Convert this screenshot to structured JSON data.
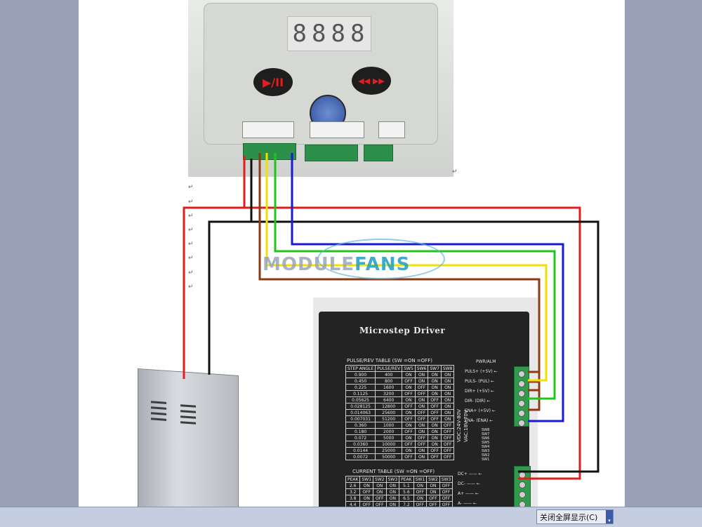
{
  "controller": {
    "display_digits": [
      "8",
      "8",
      "8",
      "8"
    ],
    "play_pause_symbol": "▶/II",
    "direction_symbol": "◀◀ ▶▶"
  },
  "watermark": {
    "part1": "MODULE",
    "part2": "FANS"
  },
  "driver": {
    "title": "Microstep Driver",
    "pulse_table_title": "PULSE/REV TABLE (SW  =ON  =OFF)",
    "pulse_headers": [
      "STEP ANGLE",
      "PULSE/REV",
      "SW5",
      "SW6",
      "SW7",
      "SW8"
    ],
    "pulse_rows": [
      [
        "0.900",
        "400",
        "ON",
        "ON",
        "ON",
        "ON"
      ],
      [
        "0.450",
        "800",
        "OFF",
        "ON",
        "ON",
        "ON"
      ],
      [
        "0.225",
        "1600",
        "ON",
        "OFF",
        "ON",
        "ON"
      ],
      [
        "0.1125",
        "3200",
        "OFF",
        "OFF",
        "ON",
        "ON"
      ],
      [
        "0.05625",
        "6400",
        "ON",
        "ON",
        "OFF",
        "ON"
      ],
      [
        "0.028125",
        "12800",
        "OFF",
        "ON",
        "OFF",
        "ON"
      ],
      [
        "0.014063",
        "25600",
        "ON",
        "OFF",
        "OFF",
        "ON"
      ],
      [
        "0.007031",
        "51200",
        "OFF",
        "OFF",
        "OFF",
        "ON"
      ],
      [
        "0.360",
        "1000",
        "ON",
        "ON",
        "ON",
        "OFF"
      ],
      [
        "0.180",
        "2000",
        "OFF",
        "ON",
        "ON",
        "OFF"
      ],
      [
        "0.072",
        "5000",
        "ON",
        "OFF",
        "ON",
        "OFF"
      ],
      [
        "0.0360",
        "10000",
        "OFF",
        "OFF",
        "ON",
        "OFF"
      ],
      [
        "0.0144",
        "25000",
        "ON",
        "ON",
        "OFF",
        "OFF"
      ],
      [
        "0.0072",
        "50000",
        "OFF",
        "ON",
        "OFF",
        "OFF"
      ]
    ],
    "current_table_title": "CURRENT TABLE (SW  =ON  =OFF)",
    "current_headers": [
      "PEAK",
      "SW1",
      "SW2",
      "SW3",
      "PEAK",
      "SW1",
      "SW2",
      "SW3"
    ],
    "current_rows": [
      [
        "2.6",
        "ON",
        "ON",
        "ON",
        "5.1",
        "ON",
        "ON",
        "OFF"
      ],
      [
        "3.2",
        "OFF",
        "ON",
        "ON",
        "5.6",
        "OFF",
        "ON",
        "OFF"
      ],
      [
        "3.8",
        "ON",
        "OFF",
        "ON",
        "6.5",
        "ON",
        "OFF",
        "OFF"
      ],
      [
        "4.4",
        "OFF",
        "OFF",
        "ON",
        "7.2",
        "OFF",
        "OFF",
        "OFF"
      ]
    ],
    "pwr_alm": "PWR/ALM",
    "signal_pins": [
      "PULS+ (+5V)",
      "PULS- (PUL)",
      "DIR+ (+5V)",
      "DIR- (DIR)",
      "ENA+ (+5V)",
      "ENA- (ENA)"
    ],
    "switch_labels": [
      "SW8",
      "SW7",
      "SW6",
      "SW5",
      "SW4",
      "SW3",
      "SW2",
      "SW1"
    ],
    "voltage": [
      "VDC:24V-80V",
      "VAC:18V-70V"
    ],
    "power_pins": [
      "DC+",
      "DC-",
      "A+",
      "A-"
    ]
  },
  "paragraph_mark": "↵",
  "statusbar": {
    "close_fullscreen_label": "关闭全屏显示(C)"
  },
  "colors": {
    "wire_red": "#e01e1e",
    "wire_black": "#111111",
    "wire_brown": "#8b3a14",
    "wire_yellow": "#f2e100",
    "wire_green": "#22c41a",
    "wire_blue": "#1a1ad6"
  }
}
